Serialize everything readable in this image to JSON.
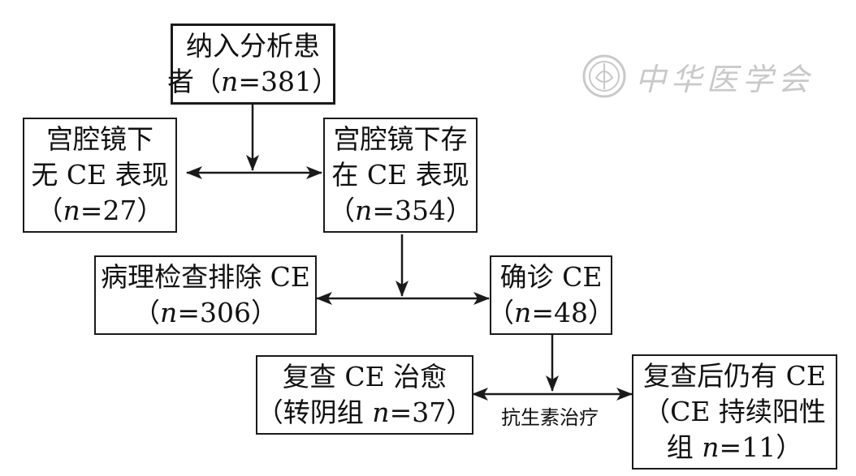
{
  "nodes": {
    "root": {
      "line1": "纳入分析患",
      "line2_prefix": "者（",
      "n_symbol": "n",
      "line2_value": "=381）"
    },
    "no_ce": {
      "line1": "宫腔镜下",
      "line2": "无 CE 表现",
      "line3_prefix": "（",
      "n_symbol": "n",
      "line3_value": "=27）"
    },
    "has_ce": {
      "line1": "宫腔镜下存",
      "line2": "在 CE 表现",
      "line3_prefix": "（",
      "n_symbol": "n",
      "line3_value": "=354）"
    },
    "excluded": {
      "line1": "病理检查排除 CE",
      "line2_prefix": "（",
      "n_symbol": "n",
      "line2_value": "=306）"
    },
    "confirmed": {
      "line1": "确诊 CE",
      "line2_prefix": "（",
      "n_symbol": "n",
      "line2_value": "=48）"
    },
    "cured": {
      "line1": "复查 CE 治愈",
      "line2_prefix": "（转阴组 ",
      "n_symbol": "n",
      "line2_value": "=37）"
    },
    "persistent": {
      "line1": "复查后仍有 CE",
      "line2": "（CE 持续阳性",
      "line3_prefix": "组 ",
      "n_symbol": "n",
      "line3_value": "=11）"
    }
  },
  "edge_labels": {
    "antibiotic": "抗生素治疗"
  },
  "watermark": {
    "text": "中华医学会",
    "icon": "society-seal-icon"
  },
  "colors": {
    "line": "#1a1a1a",
    "watermark": "#c9c9c9"
  }
}
